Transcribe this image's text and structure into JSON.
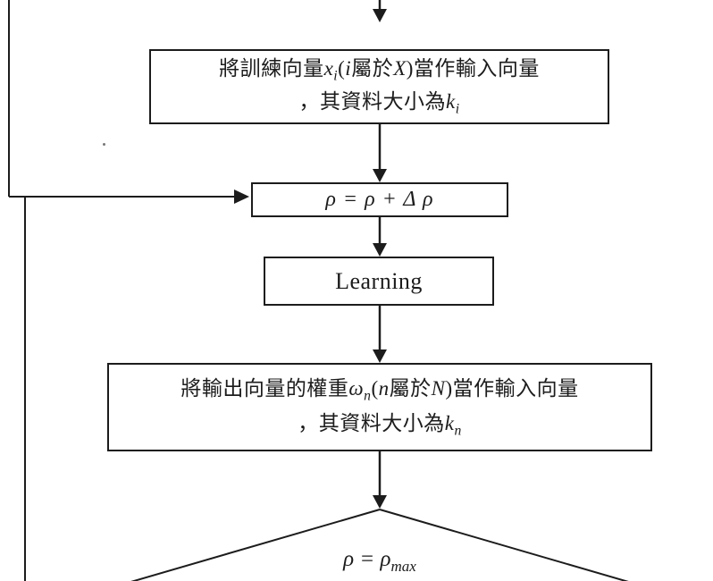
{
  "canvas": {
    "background": "#ffffff",
    "ink": "#1c1c1c"
  },
  "box1": {
    "line1": {
      "pre": "將訓練向量",
      "v1": "x",
      "sub1": "i",
      "open": "(",
      "v2": "i",
      "mid": "屬於",
      "v3": "X",
      "close": ")當作輸入向量"
    },
    "line2": {
      "pre": "，其資料大小為",
      "v1": "k",
      "sub1": "i"
    }
  },
  "rho_update": {
    "label": "ρ = ρ + Δ ρ"
  },
  "learning": {
    "label": "Learning"
  },
  "box4": {
    "line1": {
      "pre": "將輸出向量的權重",
      "v1": "ω",
      "sub1": "n",
      "open": "(",
      "v2": "n",
      "mid": "屬於",
      "v3": "N",
      "close": ")當作輸入向量"
    },
    "line2": {
      "pre": "，其資料大小為",
      "v1": "k",
      "sub1": "n"
    }
  },
  "decision": {
    "main": "ρ = ρ",
    "sub": "max"
  }
}
